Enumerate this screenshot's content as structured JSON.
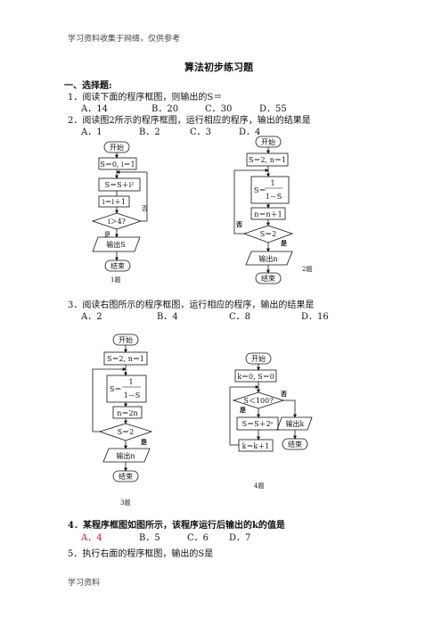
{
  "page": {
    "header": "学习资料收集于网络，仅供参考",
    "footer": "学习资料",
    "title": "算法初步练习题",
    "section": "一、选择题:"
  },
  "questions": [
    {
      "stem": "1．阅读下面的程序框图，则输出的S＝",
      "options": [
        "A．14",
        "B．20",
        "C．30",
        "D．55"
      ]
    },
    {
      "stem": "2．阅读图2所示的程序框图，运行相应的程序，输出的结果是",
      "options": [
        "A．1",
        "B．2",
        "C．3",
        "D．4"
      ]
    },
    {
      "stem": "3．阅读右图所示的程序框图，运行相应的程序，输出的结果是",
      "options": [
        "A．2",
        "B．4",
        "C．8",
        "D．16"
      ]
    },
    {
      "stem": "4．某程序框图如图所示，该程序运行后输出的k的值是",
      "options": [
        "A．4",
        "B．5",
        "C．6",
        "D．7"
      ]
    },
    {
      "stem": "5．执行右面的程序框图，输出的S是",
      "options": []
    }
  ],
  "flowcharts": {
    "f1": {
      "start": "开始",
      "init": "S＝0, i＝1",
      "body1": "S＝S＋i²",
      "body2": "i＝i＋1",
      "cond": "i＞4?",
      "yes": "是",
      "no": "否",
      "output": "输出S",
      "end": "结束",
      "caption": "1题"
    },
    "f2": {
      "start": "开始",
      "init": "S＝2, n＝1",
      "body1_num": "1",
      "body1_pre": "S＝",
      "body1_den": "1－S",
      "body2": "n＝n＋1",
      "cond": "S＝2",
      "no": "否",
      "yes": "是",
      "output": "输出n",
      "end": "结束",
      "caption": "2题"
    },
    "f3": {
      "start": "开始",
      "init": "S＝2, n＝1",
      "body1_num": "1",
      "body1_pre": "S＝",
      "body1_den": "1－S",
      "body2": "n＝2n",
      "cond": "S＝2",
      "yes": "是",
      "output": "输出n",
      "end": "结束",
      "caption": "3题"
    },
    "f4": {
      "start": "开始",
      "init": "k＝0, S＝0",
      "cond": "S＜100?",
      "no": "否",
      "yes": "是",
      "body1": "S＝S＋2ˢ",
      "body2": "k＝k＋1",
      "output": "输出k",
      "end": "结束",
      "caption": "4题"
    }
  }
}
